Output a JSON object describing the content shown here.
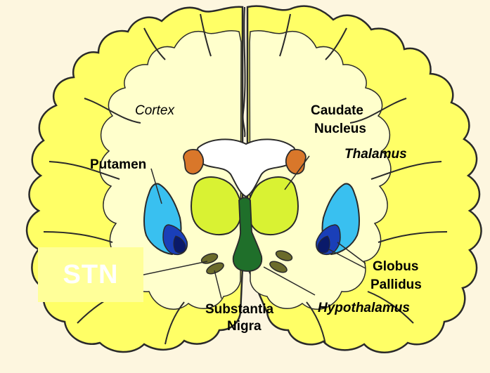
{
  "labels": {
    "cortex": "Cortex",
    "caudate_line1": "Caudate",
    "caudate_line2": "Nucleus",
    "thalamus": "Thalamus",
    "putamen": "Putamen",
    "globus_line1": "Globus",
    "globus_line2": "Pallidus",
    "substantia_line1": "Substantia",
    "substantia_line2": "Nigra",
    "hypothalamus": "Hypothalamus",
    "stn": "STN"
  },
  "colors": {
    "background": "#fdf6df",
    "cortex_fill": "#ffff66",
    "white_matter": "#ffffcc",
    "outline": "#2a2a2a",
    "caudate": "#d9772a",
    "thalamus": "#d9f233",
    "putamen": "#39c0f0",
    "globus_pallidus": "#1a3fb8",
    "hypothalamus": "#1f6f2a",
    "substantia_nigra": "#6b6b2a",
    "stn_box": "#ffff99",
    "stn_text": "#ffffff"
  }
}
